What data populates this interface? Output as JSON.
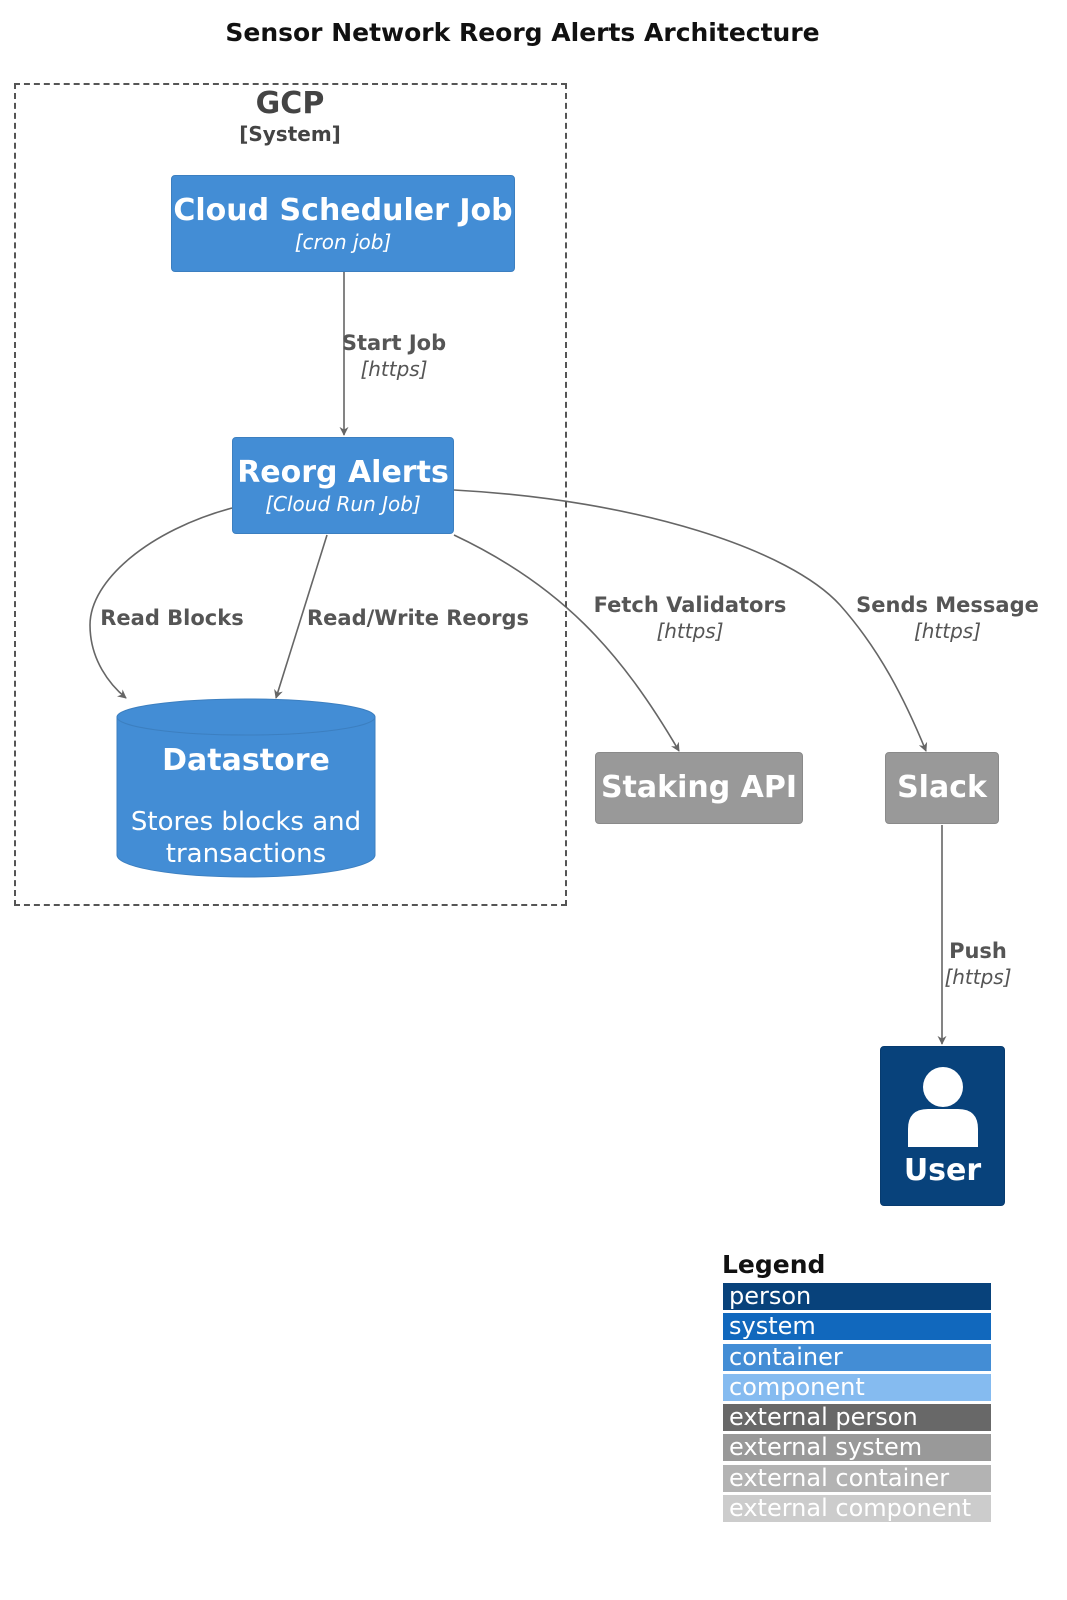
{
  "title": "Sensor Network Reorg Alerts Architecture",
  "boundary": {
    "name": "GCP",
    "type": "[System]"
  },
  "nodes": {
    "scheduler": {
      "name": "Cloud Scheduler Job",
      "tech": "[cron job]",
      "kind": "container"
    },
    "reorg_alerts": {
      "name": "Reorg Alerts",
      "tech": "[Cloud Run Job]",
      "kind": "container"
    },
    "datastore": {
      "name": "Datastore",
      "description": "Stores blocks and transactions",
      "description_lines": [
        "Stores blocks and",
        "transactions"
      ],
      "kind": "container database"
    },
    "staking_api": {
      "name": "Staking API",
      "kind": "external system"
    },
    "slack": {
      "name": "Slack",
      "kind": "external system"
    },
    "user": {
      "name": "User",
      "kind": "person"
    }
  },
  "relations": [
    {
      "from": "Cloud Scheduler Job",
      "to": "Reorg Alerts",
      "label": "Start Job",
      "tech": "[https]"
    },
    {
      "from": "Reorg Alerts",
      "to": "Datastore",
      "label": "Read Blocks",
      "tech": ""
    },
    {
      "from": "Reorg Alerts",
      "to": "Datastore",
      "label": "Read/Write Reorgs",
      "tech": ""
    },
    {
      "from": "Reorg Alerts",
      "to": "Staking API",
      "label": "Fetch Validators",
      "tech": "[https]"
    },
    {
      "from": "Reorg Alerts",
      "to": "Slack",
      "label": "Sends Message",
      "tech": "[https]"
    },
    {
      "from": "Slack",
      "to": "User",
      "label": "Push",
      "tech": "[https]"
    }
  ],
  "legend": {
    "title": "Legend",
    "items": [
      {
        "label": "person",
        "color": "#08427B"
      },
      {
        "label": "system",
        "color": "#1168BD"
      },
      {
        "label": "container",
        "color": "#438DD5"
      },
      {
        "label": "component",
        "color": "#85BBF0"
      },
      {
        "label": "external person",
        "color": "#686868"
      },
      {
        "label": "external system",
        "color": "#999999"
      },
      {
        "label": "external container",
        "color": "#B3B3B3"
      },
      {
        "label": "external component",
        "color": "#CCCCCC"
      }
    ]
  },
  "colors": {
    "container": "#438DD5",
    "external": "#999999",
    "person": "#08427B",
    "arrow": "#666666",
    "boundary": "#555555"
  }
}
